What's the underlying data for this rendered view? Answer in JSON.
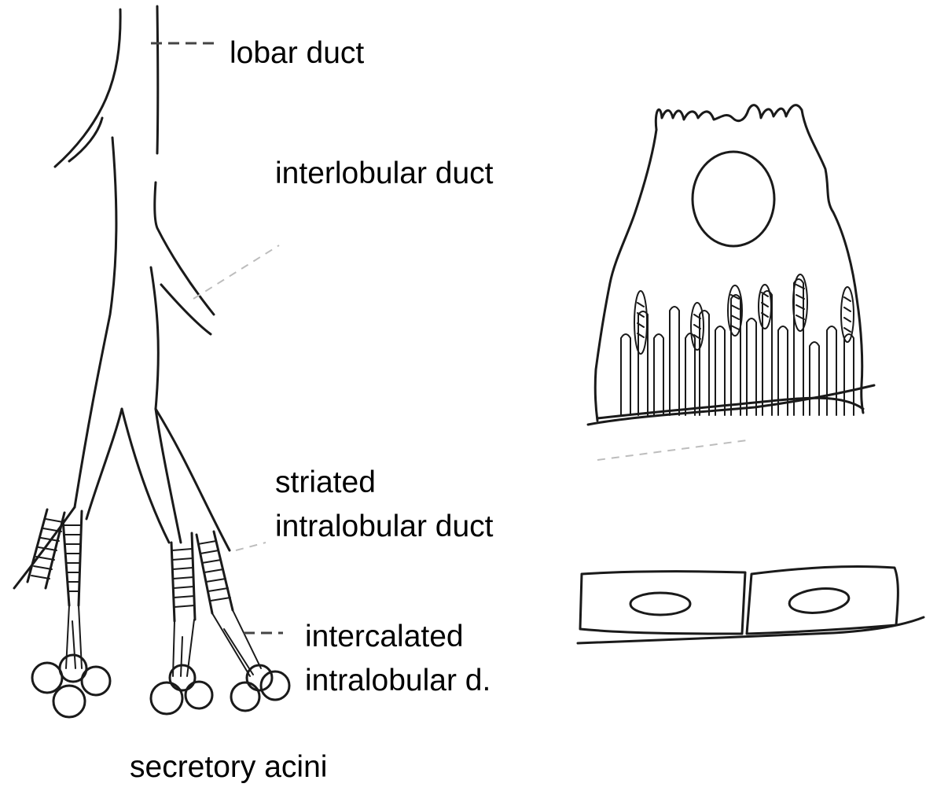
{
  "labels": {
    "lobar": "lobar duct",
    "interlobular": "interlobular duct",
    "striated_line1": "striated",
    "striated_line2": "intralobular duct",
    "intercalated_line1": "intercalated",
    "intercalated_line2": "intralobular d.",
    "acini": "secretory acini"
  }
}
